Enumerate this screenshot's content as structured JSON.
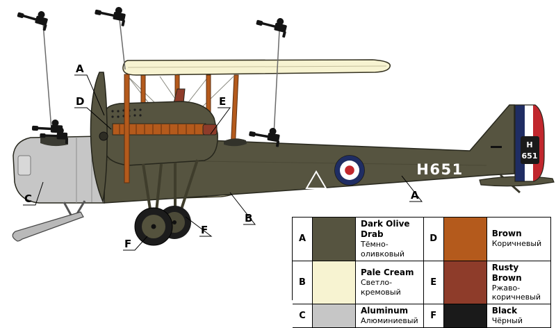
{
  "colors": {
    "dark_olive": "#565440",
    "pale_cream": "#f7f3d1",
    "aluminum": "#c6c6c6",
    "brown": "#b45a1c",
    "rusty_brown": "#8e3c2a",
    "black": "#1a1a1a",
    "roundel_blue": "#1f2d63",
    "roundel_red": "#c1272d"
  },
  "aircraft": {
    "serial": "H651",
    "rudder_serial_line1": "H",
    "rudder_serial_line2": "651"
  },
  "callouts": [
    {
      "label": "A"
    },
    {
      "label": "D"
    },
    {
      "label": "E"
    },
    {
      "label": "C"
    },
    {
      "label": "B"
    },
    {
      "label": "F"
    },
    {
      "label": "F"
    },
    {
      "label": "A"
    }
  ],
  "legend": {
    "items": [
      {
        "letter": "A",
        "name_en": "Dark Olive Drab",
        "name_ru": "Тёмно-оливковый",
        "color": "#565440"
      },
      {
        "letter": "B",
        "name_en": "Pale Cream",
        "name_ru": "Светло-кремовый",
        "color": "#f7f3d1"
      },
      {
        "letter": "C",
        "name_en": "Aluminum",
        "name_ru": "Алюминиевый",
        "color": "#c6c6c6"
      },
      {
        "letter": "D",
        "name_en": "Brown",
        "name_ru": "Коричневый",
        "color": "#b45a1c"
      },
      {
        "letter": "E",
        "name_en": "Rusty Brown",
        "name_ru": "Ржаво-коричневый",
        "color": "#8e3c2a"
      },
      {
        "letter": "F",
        "name_en": "Black",
        "name_ru": "Чёрный",
        "color": "#1a1a1a"
      }
    ]
  }
}
